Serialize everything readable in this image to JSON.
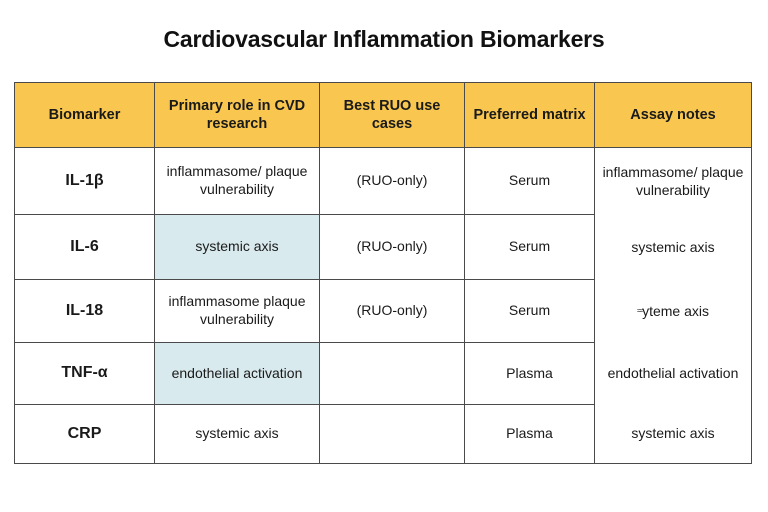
{
  "title": "Cardiovascular Inflammation Biomarkers",
  "colors": {
    "header_bg": "#f9c74f",
    "highlight_bg": "#d9eaee",
    "border": "#4a4a4a",
    "text": "#1a1a1a",
    "page_bg": "#ffffff"
  },
  "table": {
    "headers": [
      "Biomarker",
      "Primary role in CVD research",
      "Best RUO use cases",
      "Preferred matrix",
      "Assay notes"
    ],
    "rows": [
      {
        "biomarker": "IL-1β",
        "role": "inflammasome/ plaque vulnerability",
        "role_highlight": false,
        "ruo": "(RUO-only)",
        "matrix": "Serum",
        "notes": "inflammasome/ plaque vulnerability"
      },
      {
        "biomarker": "IL-6",
        "role": "systemic axis",
        "role_highlight": true,
        "ruo": "(RUO-only)",
        "matrix": "Serum",
        "notes": "systemic axis"
      },
      {
        "biomarker": "IL-18",
        "role": "inflammasome plaque vulnerability",
        "role_highlight": false,
        "ruo": "(RUO-only)",
        "matrix": "Serum",
        "notes": "yteme axis",
        "notes_glyph": "≈"
      },
      {
        "biomarker": "TNF-α",
        "role": "endothelial activation",
        "role_highlight": true,
        "ruo": "",
        "matrix": "Plasma",
        "notes": "endothelial activation"
      },
      {
        "biomarker": "CRP",
        "role": "systemic axis",
        "role_highlight": false,
        "ruo": "",
        "matrix": "Plasma",
        "notes": "systemic axis"
      }
    ]
  }
}
